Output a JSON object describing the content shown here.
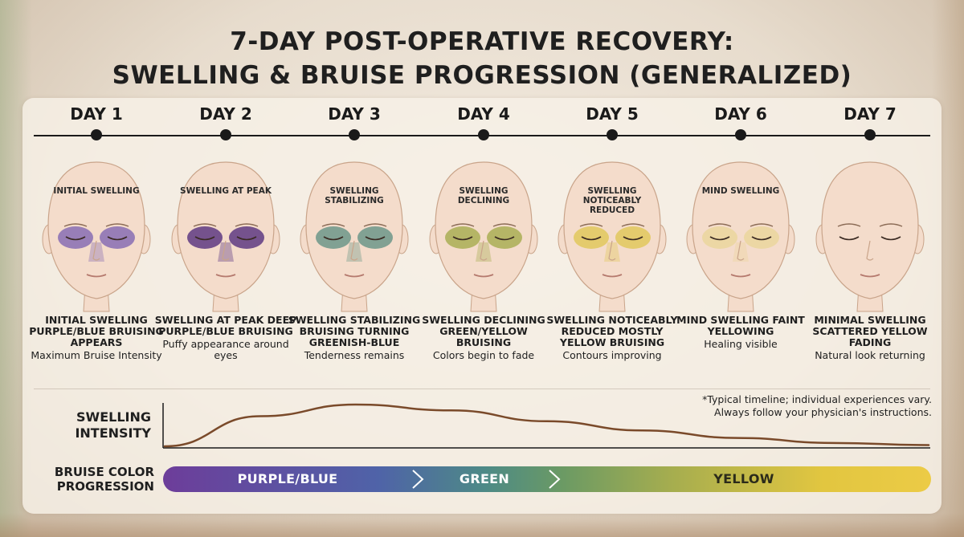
{
  "title": {
    "line1": "7-DAY POST-OPERATIVE RECOVERY:",
    "line2": "SWELLING & BRUISE PROGRESSION (GENERALIZED)"
  },
  "days": [
    {
      "day": "DAY 1",
      "face_label": "INITIAL SWELLING",
      "caption_head": "INITIAL SWELLING PURPLE/BLUE BRUISING APPEARS",
      "caption_sub": "Maximum Bruise Intensity",
      "bruise_color": "#7a5fb0",
      "bruise_opacity": 0.75
    },
    {
      "day": "DAY 2",
      "face_label": "SWELLING AT PEAK",
      "caption_head": "SWELLING AT PEAK DEEP PURPLE/BLUE BRUISING",
      "caption_sub": "Puffy appearance around eyes",
      "bruise_color": "#5e3a82",
      "bruise_opacity": 0.85
    },
    {
      "day": "DAY 3",
      "face_label": "SWELLING STABILIZING",
      "caption_head": "SWELLING STABILIZING BRUISING TURNING GREENISH-BLUE",
      "caption_sub": "Tenderness remains",
      "bruise_color": "#5b8e80",
      "bruise_opacity": 0.75
    },
    {
      "day": "DAY 4",
      "face_label": "SWELLING DECLINING",
      "caption_head": "SWELLING DECLINING GREEN/YELLOW BRUISING",
      "caption_sub": "Colors begin to fade",
      "bruise_color": "#9aa43a",
      "bruise_opacity": 0.7
    },
    {
      "day": "DAY 5",
      "face_label": "SWELLING NOTICEABLY REDUCED",
      "caption_head": "SWELLING NOTICEABLY REDUCED MOSTLY YELLOW BRUISING",
      "caption_sub": "Contours improving",
      "bruise_color": "#dcc23a",
      "bruise_opacity": 0.65
    },
    {
      "day": "DAY 6",
      "face_label": "MIND SWELLING",
      "caption_head": "MIND SWELLING FAINT YELLOWING",
      "caption_sub": "Healing visible",
      "bruise_color": "#e2cf6a",
      "bruise_opacity": 0.4
    },
    {
      "day": "DAY 7",
      "face_label": "",
      "caption_head": "MINIMAL SWELLING SCATTERED YELLOW FADING",
      "caption_sub": "Natural look returning",
      "bruise_color": "#e3d27a",
      "bruise_opacity": 0.0
    }
  ],
  "swelling": {
    "label_line1": "SWELLING",
    "label_line2": "INTENSITY",
    "curve": [
      0.0,
      0.72,
      1.0,
      0.86,
      0.6,
      0.38,
      0.2,
      0.08,
      0.03
    ],
    "curve_color": "#7a4a2a"
  },
  "bruise_progression": {
    "label_line1": "BRUISE COLOR",
    "label_line2": "PROGRESSION",
    "segments": [
      {
        "label": "PURPLE/BLUE"
      },
      {
        "label": "GREEN"
      },
      {
        "label": "YELLOW"
      }
    ]
  },
  "note": {
    "line1": "*Typical timeline; individual experiences vary.",
    "line2": "Always follow your physician's instructions."
  },
  "colors": {
    "skin": "#f4dccb",
    "skin_outline": "#c9a48a",
    "timeline": "#1a1a1a",
    "curve": "#7a4a2a"
  }
}
